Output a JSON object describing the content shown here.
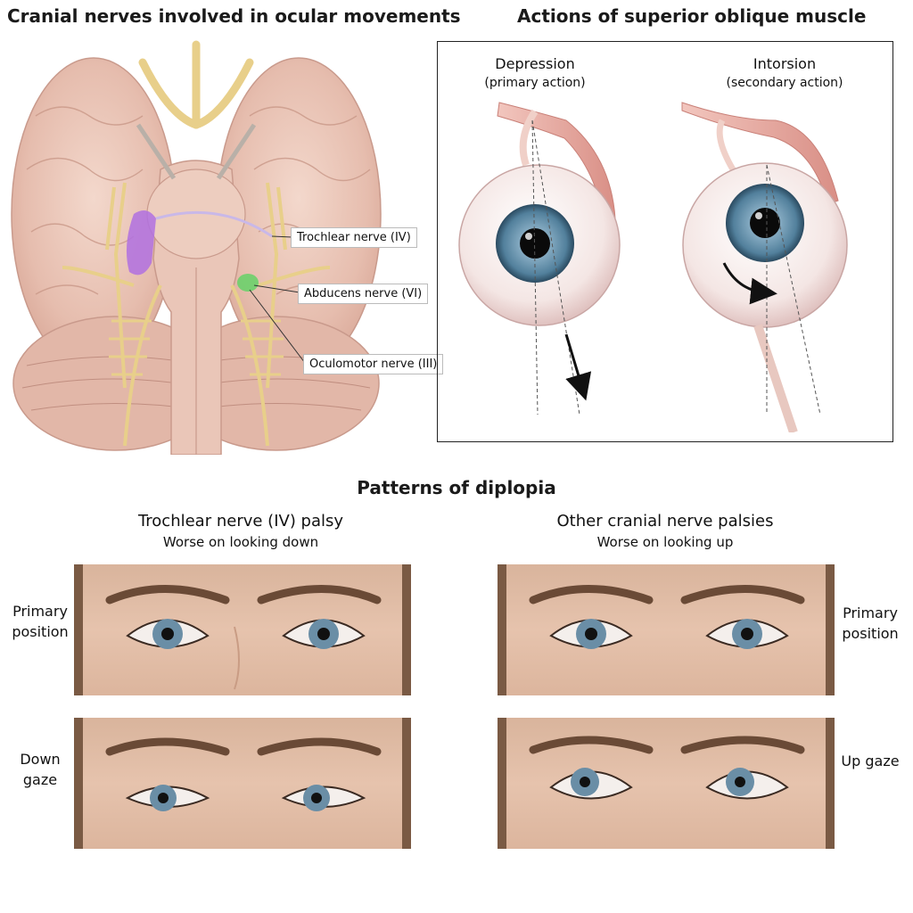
{
  "brain_panel": {
    "title": "Cranial nerves involved in ocular movements",
    "labels": {
      "trochlear": "Trochlear nerve (IV)",
      "abducens": "Abducens nerve (VI)",
      "oculomotor": "Oculomotor nerve (III)"
    }
  },
  "oblique_panel": {
    "title": "Actions of superior oblique muscle",
    "depression": {
      "title": "Depression",
      "subtitle": "(primary action)"
    },
    "intorsion": {
      "title": "Intorsion",
      "subtitle": "(secondary action)"
    }
  },
  "diplopia": {
    "title": "Patterns of diplopia",
    "left": {
      "title": "Trochlear nerve (IV) palsy",
      "subtitle": "Worse on looking down",
      "row1_label": "Primary position",
      "row2_label": "Down gaze"
    },
    "right": {
      "title": "Other cranial nerve palsies",
      "subtitle": "Worse on looking up",
      "row1_label": "Primary position",
      "row2_label": "Up gaze"
    }
  },
  "colors": {
    "trochlear_highlight": "#b070e0",
    "abducens_highlight": "#6cd06c",
    "nerve": "#e8cf8a",
    "brain": "#e8c2b4",
    "iris": "#5f8aa6"
  }
}
